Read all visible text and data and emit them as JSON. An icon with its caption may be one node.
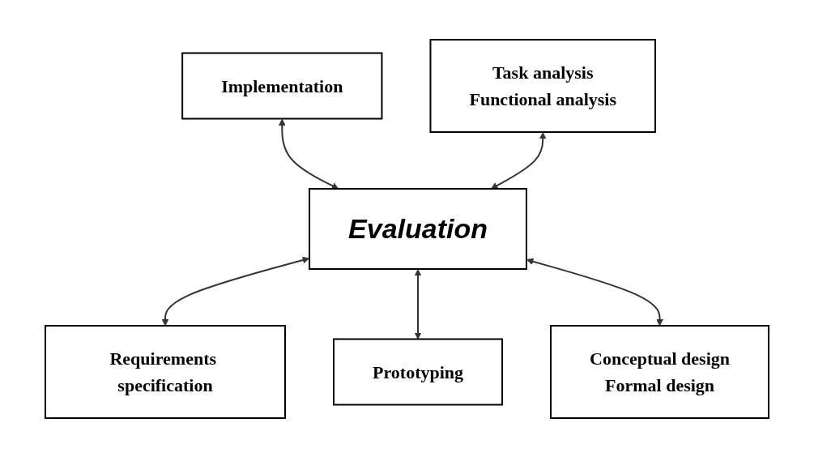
{
  "diagram": {
    "nodes": [
      {
        "text": [
          "Implementation"
        ]
      },
      {
        "text": [
          "Task analysis",
          "Functional analysis"
        ]
      },
      {
        "text": [
          "Evaluation"
        ]
      },
      {
        "text": [
          "Requirements specification"
        ]
      },
      {
        "text": [
          "Prototyping"
        ]
      },
      {
        "text": [
          "Conceptual design",
          "Formal design"
        ]
      }
    ],
    "edges": [
      {
        "from": 0,
        "to": 2,
        "arrow": "both"
      },
      {
        "from": 1,
        "to": 2,
        "arrow": "both"
      },
      {
        "from": 2,
        "to": 3,
        "arrow": "both"
      },
      {
        "from": 2,
        "to": 4,
        "arrow": "both"
      },
      {
        "from": 2,
        "to": 5,
        "arrow": "both"
      }
    ]
  }
}
